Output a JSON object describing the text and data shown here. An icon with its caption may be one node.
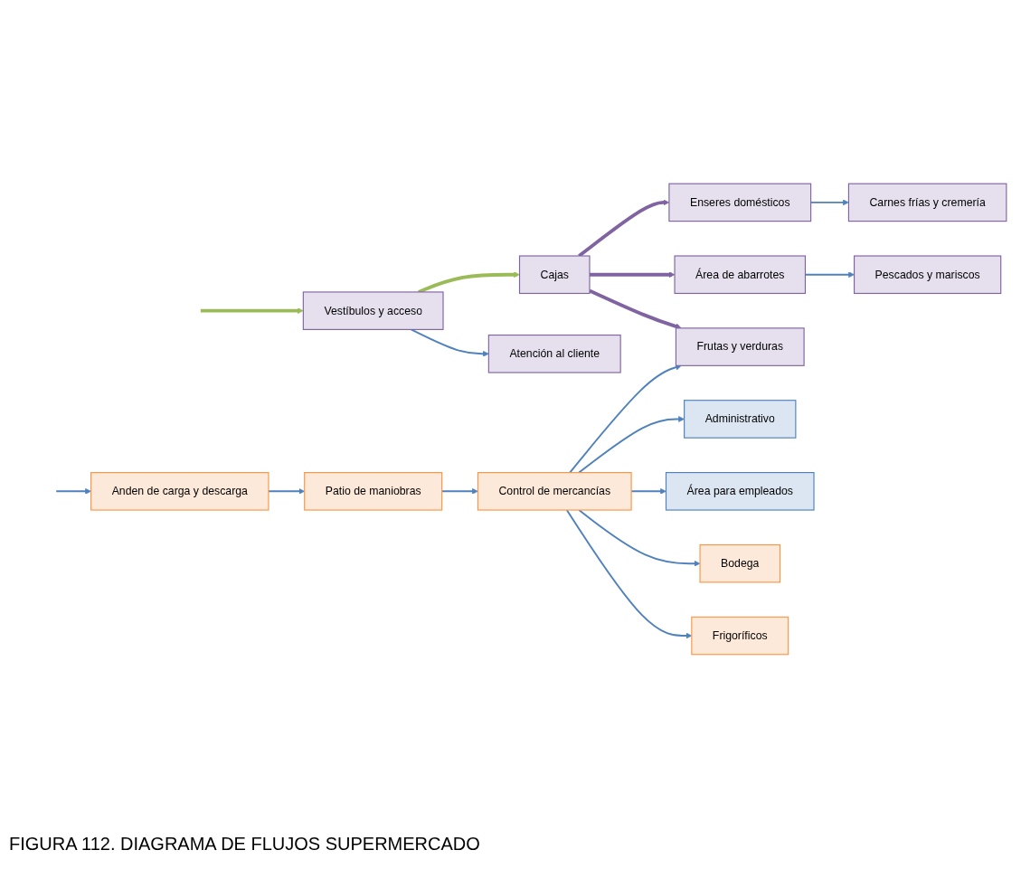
{
  "diagram": {
    "caption": "FIGURA 112. DIAGRAMA DE FLUJOS SUPERMERCADO",
    "nodes": [
      {
        "text": [
          "Vestíbulos y acceso"
        ]
      },
      {
        "text": [
          "Cajas"
        ]
      },
      {
        "text": [
          "Atención al cliente"
        ]
      },
      {
        "text": [
          "Enseres domésticos"
        ]
      },
      {
        "text": [
          "Carnes frías y cremería"
        ]
      },
      {
        "text": [
          "Área de abarrotes"
        ]
      },
      {
        "text": [
          "Pescados y mariscos"
        ]
      },
      {
        "text": [
          "Frutas y verduras"
        ]
      },
      {
        "text": [
          "Administrativo"
        ]
      },
      {
        "text": [
          "Control de mercancías"
        ]
      },
      {
        "text": [
          "Área para empleados"
        ]
      },
      {
        "text": [
          "Bodega"
        ]
      },
      {
        "text": [
          "Frigoríficos"
        ]
      },
      {
        "text": [
          "Patio de maniobras"
        ]
      },
      {
        "text": [
          "Anden de carga y descarga"
        ]
      }
    ],
    "edges": [
      {
        "from": null,
        "to": 0,
        "arrow": "to",
        "style": "thick",
        "color": "#9bbb59"
      },
      {
        "from": 0,
        "to": 1,
        "arrow": "to",
        "style": "thick",
        "color": "#9bbb59"
      },
      {
        "from": 0,
        "to": 2,
        "arrow": "to"
      },
      {
        "from": 1,
        "to": 3,
        "arrow": "to",
        "style": "thick",
        "color": "#8064a2"
      },
      {
        "from": 1,
        "to": 5,
        "arrow": "to",
        "style": "thick",
        "color": "#8064a2"
      },
      {
        "from": 1,
        "to": 7,
        "arrow": "to",
        "style": "thick",
        "color": "#8064a2"
      },
      {
        "from": 3,
        "to": 4,
        "arrow": "to"
      },
      {
        "from": 5,
        "to": 6,
        "arrow": "to"
      },
      {
        "from": 9,
        "to": 7,
        "arrow": "to"
      },
      {
        "from": 9,
        "to": 8,
        "arrow": "to"
      },
      {
        "from": 9,
        "to": 11,
        "arrow": "to"
      },
      {
        "from": 9,
        "to": 10,
        "arrow": "to"
      },
      {
        "from": 9,
        "to": 12,
        "arrow": "to"
      },
      {
        "from": 13,
        "to": 9,
        "arrow": "to"
      },
      {
        "from": 14,
        "to": 13,
        "arrow": "to"
      },
      {
        "from": null,
        "to": 14,
        "arrow": "to"
      }
    ]
  }
}
